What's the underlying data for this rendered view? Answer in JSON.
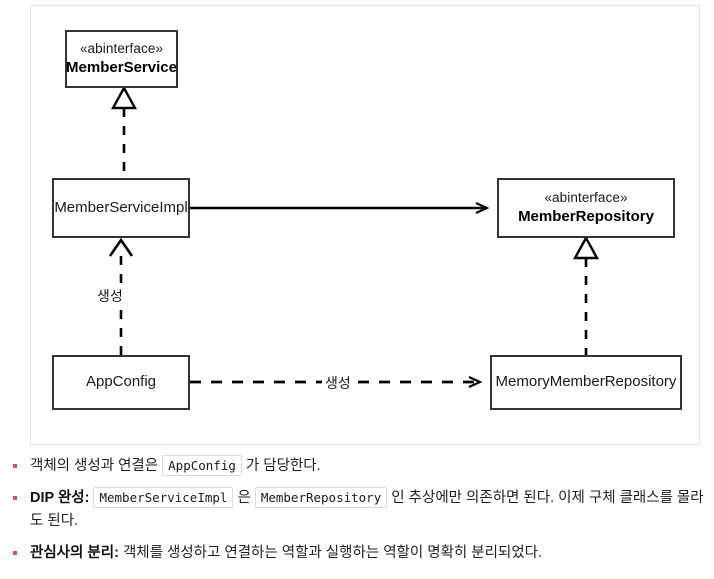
{
  "diagram": {
    "title": "UML class diagram: AppConfig DIP structure",
    "nodes": {
      "member_service": {
        "stereotype": "«abinterface»",
        "name": "MemberService"
      },
      "member_service_impl": {
        "name": "MemberServiceImpl"
      },
      "app_config": {
        "name": "AppConfig"
      },
      "member_repository": {
        "stereotype": "«abinterface»",
        "name": "MemberRepository"
      },
      "memory_member_repository": {
        "name": "MemoryMemberRepository"
      }
    },
    "edge_labels": {
      "create_vertical": "생성",
      "create_horizontal": "생성"
    },
    "colors": {
      "box_border": "#333333",
      "frame_border": "#e3e3e3",
      "line": "#000000",
      "bullet": "#d9534f"
    }
  },
  "notes": {
    "items": [
      {
        "lead": "",
        "segments": [
          {
            "type": "text",
            "value": "객체의 생성과 연결은 "
          },
          {
            "type": "code",
            "value": "AppConfig"
          },
          {
            "type": "text",
            "value": " 가 담당한다."
          }
        ]
      },
      {
        "lead": "DIP 완성:",
        "segments": [
          {
            "type": "code",
            "value": "MemberServiceImpl"
          },
          {
            "type": "text",
            "value": " 은 "
          },
          {
            "type": "code",
            "value": "MemberRepository"
          },
          {
            "type": "text",
            "value": " 인 추상에만 의존하면 된다. 이제 구체 클래스를 몰라도 된다."
          }
        ]
      },
      {
        "lead": "관심사의 분리:",
        "segments": [
          {
            "type": "text",
            "value": " 객체를 생성하고 연결하는 역할과 실행하는 역할이 명확히 분리되었다."
          }
        ]
      }
    ]
  }
}
